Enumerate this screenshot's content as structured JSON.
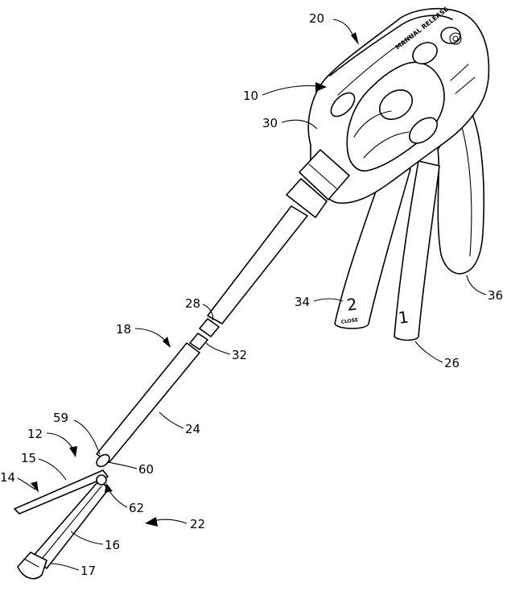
{
  "device_text": {
    "release_label": "MANUAL RELEASE",
    "trigger1": "1",
    "trigger2": "2",
    "trigger2_sub": "CLOSE"
  },
  "labels": [
    {
      "id": "10",
      "text": "10"
    },
    {
      "id": "12",
      "text": "12"
    },
    {
      "id": "14",
      "text": "14"
    },
    {
      "id": "15",
      "text": "15"
    },
    {
      "id": "16",
      "text": "16"
    },
    {
      "id": "17",
      "text": "17"
    },
    {
      "id": "18",
      "text": "18"
    },
    {
      "id": "20",
      "text": "20"
    },
    {
      "id": "22",
      "text": "22"
    },
    {
      "id": "24",
      "text": "24"
    },
    {
      "id": "26",
      "text": "26"
    },
    {
      "id": "28",
      "text": "28"
    },
    {
      "id": "30",
      "text": "30"
    },
    {
      "id": "32",
      "text": "32"
    },
    {
      "id": "34",
      "text": "34"
    },
    {
      "id": "36",
      "text": "36"
    },
    {
      "id": "59",
      "text": "59"
    },
    {
      "id": "60",
      "text": "60"
    },
    {
      "id": "62",
      "text": "62"
    }
  ]
}
